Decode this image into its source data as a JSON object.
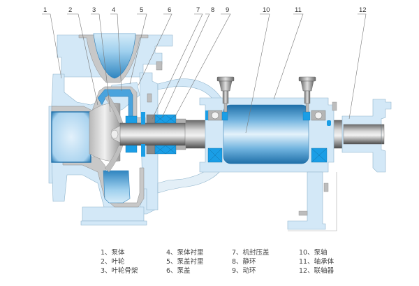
{
  "title": "Centrifugal pump cross-section",
  "callouts": [
    {
      "num": "1"
    },
    {
      "num": "2"
    },
    {
      "num": "3"
    },
    {
      "num": "4"
    },
    {
      "num": "5"
    },
    {
      "num": "6"
    },
    {
      "num": "7"
    },
    {
      "num": "8"
    },
    {
      "num": "9"
    },
    {
      "num": "10"
    },
    {
      "num": "11"
    },
    {
      "num": "12"
    }
  ],
  "legend": [
    {
      "num": "1",
      "text": "1、泵体"
    },
    {
      "num": "2",
      "text": "2、叶轮"
    },
    {
      "num": "3",
      "text": "3、叶轮骨架"
    },
    {
      "num": "4",
      "text": "4、泵体衬里"
    },
    {
      "num": "5",
      "text": "5、泵盖衬里"
    },
    {
      "num": "6",
      "text": "6、泵盖"
    },
    {
      "num": "7",
      "text": "7、机封压盖"
    },
    {
      "num": "8",
      "text": "8、静环"
    },
    {
      "num": "9",
      "text": "9、动环"
    },
    {
      "num": "10",
      "text": "10、泵轴"
    },
    {
      "num": "11",
      "text": "11、轴承体"
    },
    {
      "num": "12",
      "text": "12、联轴器"
    }
  ],
  "colors": {
    "casing": "#d3e8f7",
    "casing_edge": "#8fb4cc",
    "liner": "#c8c8c8",
    "fluid_dark": "#3a8ec4",
    "seal_blue": "#1a9ee6",
    "shaft_dark": "#5a5a5a",
    "shaft_light": "#e6e6e6"
  }
}
